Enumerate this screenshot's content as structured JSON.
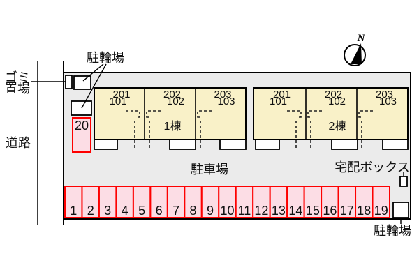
{
  "diagram": {
    "labels": {
      "trash_line1": "ゴミ",
      "trash_line2": "置場",
      "road": "道路",
      "bicycle_parking_top": "駐輪場",
      "bicycle_parking_bottom": "駐輪場",
      "parking_lot": "駐車場",
      "delivery_box": "宅配ボックス",
      "north": "N"
    },
    "buildings": [
      {
        "name": "1棟",
        "units": [
          {
            "upper": "201",
            "lower": "101"
          },
          {
            "upper": "202",
            "lower": "102"
          },
          {
            "upper": "203",
            "lower": "103"
          }
        ]
      },
      {
        "name": "2棟",
        "units": [
          {
            "upper": "201",
            "lower": "101"
          },
          {
            "upper": "202",
            "lower": "102"
          },
          {
            "upper": "203",
            "lower": "103"
          }
        ]
      }
    ],
    "parking": {
      "spaces": [
        "1",
        "2",
        "3",
        "4",
        "5",
        "6",
        "7",
        "8",
        "9",
        "10",
        "11",
        "12",
        "13",
        "14",
        "15",
        "16",
        "17",
        "18",
        "19"
      ],
      "highlighted_space": "20"
    },
    "colors": {
      "site_background": "#ebebeb",
      "building_fill": "#f9f1c8",
      "parking_fill": "#fcdde5",
      "parking_border": "#fe0000",
      "outline": "#000000"
    }
  }
}
